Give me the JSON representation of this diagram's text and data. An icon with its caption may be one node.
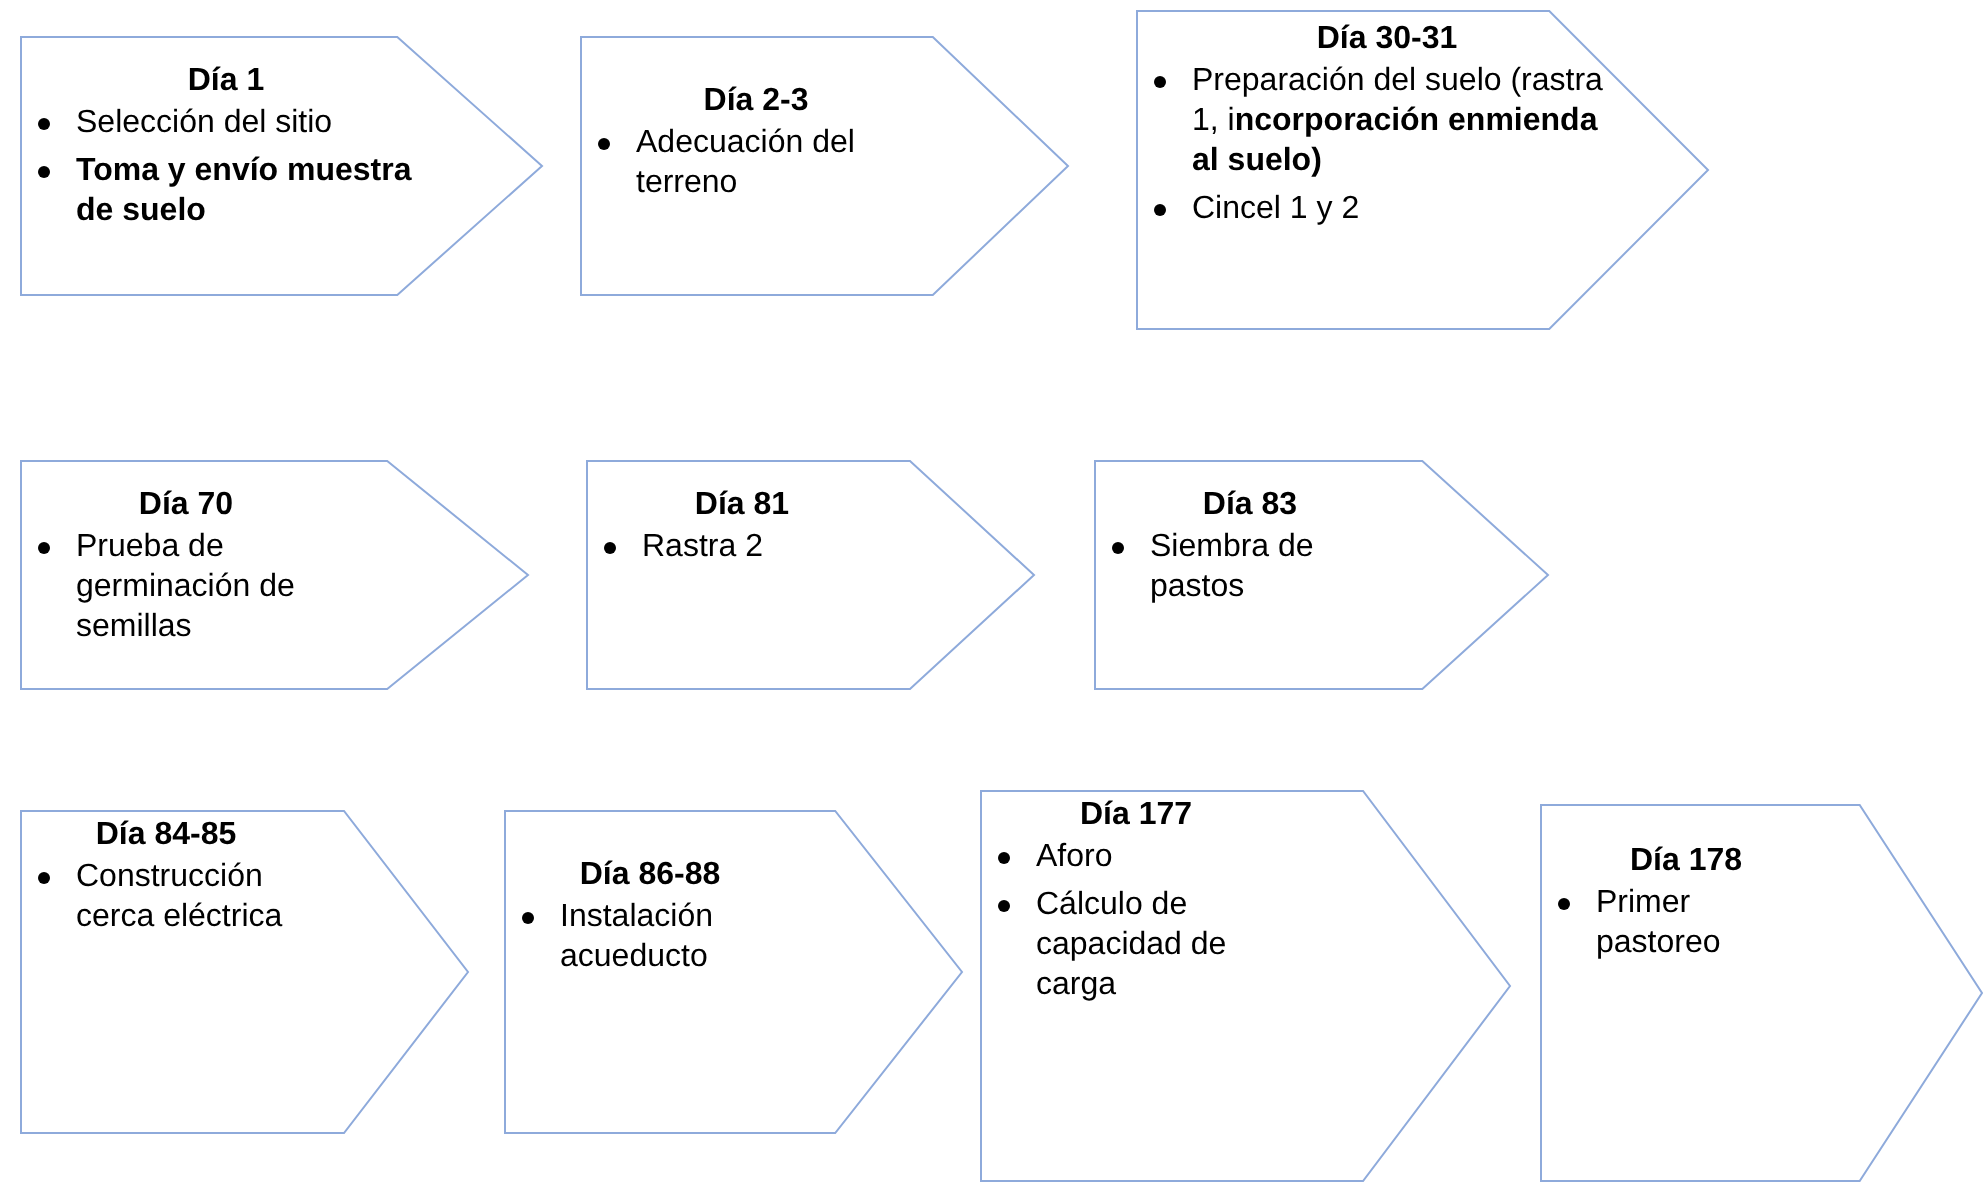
{
  "diagram": {
    "nodes": [
      {
        "text": [
          "Día 1",
          "Selección del sitio",
          "**Toma y envío muestra de suelo**"
        ]
      },
      {
        "text": [
          "Día 2-3",
          "Adecuación del terreno"
        ]
      },
      {
        "text": [
          "Día 30-31",
          "Preparación del suelo (rastra 1, i**ncorporación enmienda al suelo)**",
          "Cincel 1 y 2"
        ]
      },
      {
        "text": [
          "Día 70",
          "Prueba de germinación de semillas"
        ]
      },
      {
        "text": [
          "Día 81",
          "Rastra 2"
        ]
      },
      {
        "text": [
          "Día 83",
          "Siembra de pastos"
        ]
      },
      {
        "text": [
          "Día 84-85",
          "Construcción cerca eléctrica"
        ]
      },
      {
        "text": [
          "Día 86-88",
          "Instalación acueducto"
        ]
      },
      {
        "text": [
          "Día 177",
          "Aforo",
          "Cálculo de capacidad de carga"
        ]
      },
      {
        "text": [
          "Día 178",
          "Primer pastoreo"
        ]
      }
    ]
  }
}
